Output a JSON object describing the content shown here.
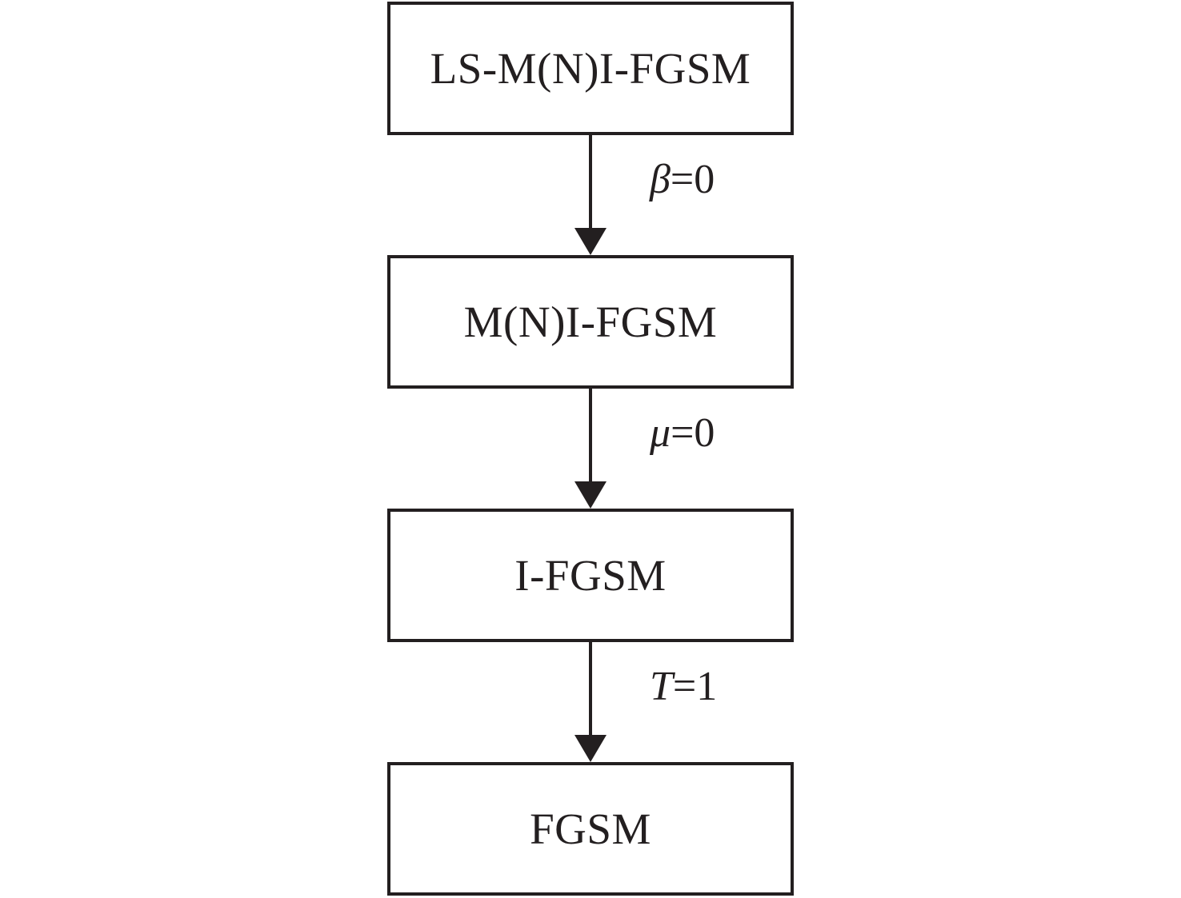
{
  "diagram": {
    "colors": {
      "line": "#231f20",
      "text": "#231f20",
      "background": "#ffffff"
    },
    "nodes": [
      {
        "label": "LS-M(N)I-FGSM"
      },
      {
        "label": "M(N)I-FGSM"
      },
      {
        "label": "I-FGSM"
      },
      {
        "label": "FGSM"
      }
    ],
    "edges": [
      {
        "var": "β",
        "rest": "=0"
      },
      {
        "var": "μ",
        "rest": "=0"
      },
      {
        "var": "T",
        "rest": "=1"
      }
    ]
  }
}
